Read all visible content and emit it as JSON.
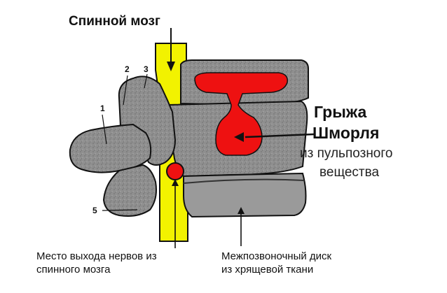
{
  "labels": {
    "spinal_cord": "Спинной мозг",
    "hernia_line1": "Грыжа",
    "hernia_line2": "Шморля",
    "hernia_line3": "из пульпозного",
    "hernia_line4": "вещества",
    "nerve_exit_line1": "Место выхода нервов из",
    "nerve_exit_line2": "спинного мозга",
    "disc_line1": "Межпозвоночный диск",
    "disc_line2": "из хрящевой ткани"
  },
  "numbers": {
    "n1": "1",
    "n2": "2",
    "n3": "3",
    "n5": "5"
  },
  "colors": {
    "bone": "#8f8f8f",
    "bone_dark": "#5e5e5e",
    "disc": "#9a9a9a",
    "spinal_cord": "#f2f200",
    "hernia": "#ee1111",
    "outline": "#111111"
  }
}
